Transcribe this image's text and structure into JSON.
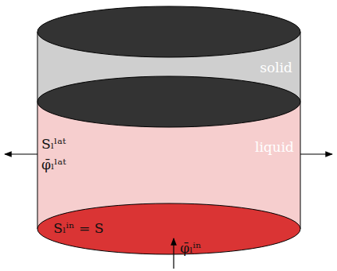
{
  "diagram": {
    "nodes": [
      {
        "text": [
          "solid"
        ]
      },
      {
        "text": [
          "liquid"
        ]
      },
      {
        "text": [
          "Sₗⁱⁿ = S"
        ],
        "in": 1
      }
    ],
    "labels": [
      "Sₗˡᵃᵗ",
      "φ̄ₗˡᵃᵗ",
      "φ̄ₗⁱⁿ"
    ]
  }
}
